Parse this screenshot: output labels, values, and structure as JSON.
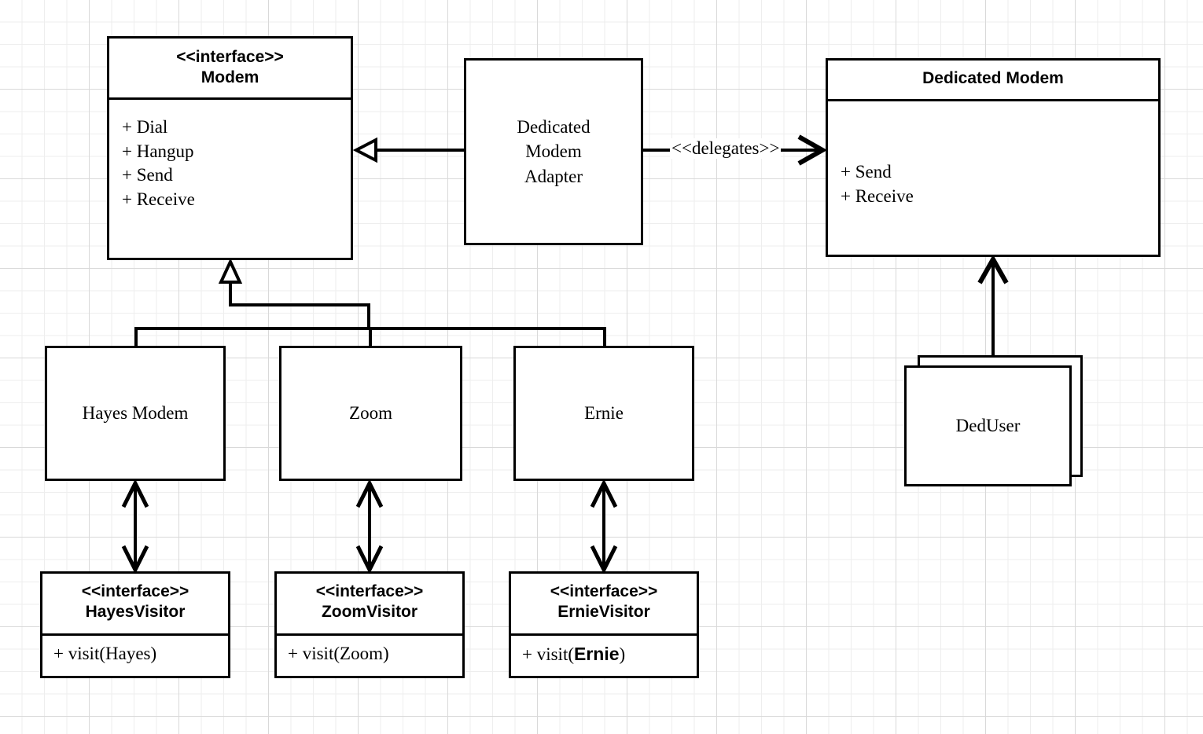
{
  "diagram": {
    "title": "Modem / Dedicated Modem Adapter UML class diagram",
    "line_color": "#000000",
    "background": "#ffffff",
    "grid_color": "#e6e6e6"
  },
  "classes": {
    "modem": {
      "stereotype": "<<interface>>",
      "name": "Modem",
      "members": [
        "+ Dial",
        "+ Hangup",
        "+ Send",
        "+ Receive"
      ]
    },
    "adapter": {
      "line1": "Dedicated",
      "line2": "Modem",
      "line3": "Adapter"
    },
    "dedicated_modem": {
      "name": "Dedicated Modem",
      "members": [
        "+ Send",
        "+ Receive"
      ]
    },
    "hayes_modem": {
      "name": "Hayes Modem"
    },
    "zoom": {
      "name": "Zoom"
    },
    "ernie": {
      "name": "Ernie"
    },
    "ded_user": {
      "name": "DedUser"
    },
    "hayes_visitor": {
      "stereotype": "<<interface>>",
      "name": "HayesVisitor",
      "member_prefix": "+ visit(",
      "member_arg": "Hayes",
      "member_suffix": ")",
      "member_arg_bold": false
    },
    "zoom_visitor": {
      "stereotype": "<<interface>>",
      "name": "ZoomVisitor",
      "member_prefix": "+ visit(",
      "member_arg": "Zoom",
      "member_suffix": ")",
      "member_arg_bold": false
    },
    "ernie_visitor": {
      "stereotype": "<<interface>>",
      "name": "ErnieVisitor",
      "member_prefix": "+ visit(",
      "member_arg": "Ernie",
      "member_suffix": ")",
      "member_arg_bold": true
    }
  },
  "edges": {
    "delegates_label": "<<delegates>>",
    "adapter_realizes_modem": "hollow-triangle-arrow-left",
    "adapter_delegates_dedicated": "open-arrow-right",
    "modem_generalization_bus": "hollow-triangle-up",
    "deduser_to_dedicated": "open-arrow-up",
    "visitor_links": "double-headed-open-arrow"
  }
}
